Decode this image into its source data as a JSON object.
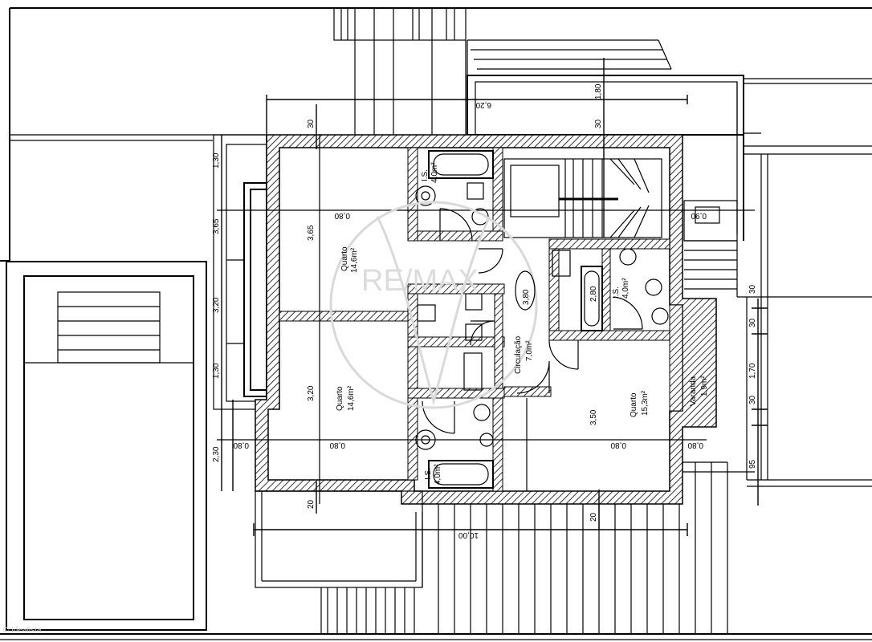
{
  "watermark": "RE/MAX",
  "corner_text": "© Idealista",
  "rooms": [
    {
      "id": "quarto-1",
      "name": "Quarto",
      "area": "14,6m²"
    },
    {
      "id": "quarto-2",
      "name": "Quarto",
      "area": "14,6m²"
    },
    {
      "id": "quarto-3",
      "name": "Quarto",
      "area": "15,3m²"
    },
    {
      "id": "circulacao",
      "name": "Circulação",
      "area": "7,0m²"
    },
    {
      "id": "ib-1",
      "name": "I.S.",
      "area": "4,0m²"
    },
    {
      "id": "ib-2",
      "name": "I.S.",
      "area": "4,0m²"
    },
    {
      "id": "ib-3",
      "name": "I.S.",
      "area": "4,0m²"
    },
    {
      "id": "varanda",
      "name": "Varanda",
      "area": "1,9m²"
    }
  ],
  "level_mark": "3,80",
  "dimensions": {
    "top_overall": "6,20",
    "top_right_a": "1,80",
    "top_right_b": "30",
    "top_left": "30",
    "left_1": "1,30",
    "left_2": "3,65",
    "left_3": "3,20",
    "left_4": "1,30",
    "left_5": "2,30",
    "bottom_overall": "10,00",
    "bottom_left": "20",
    "bottom_right": "20",
    "interior_1": "3,65",
    "interior_2": "3,20",
    "interior_3": "3,50",
    "interior_4": "2,80",
    "right_1": "30",
    "right_2": "30",
    "right_3": "1,70",
    "right_4": "30",
    "right_5": "95",
    "h_1": "0,90",
    "h_2": "0,80",
    "h_3": "0,80",
    "h_4": "0,80",
    "h_5": "0,80",
    "h_6": "0,80"
  }
}
